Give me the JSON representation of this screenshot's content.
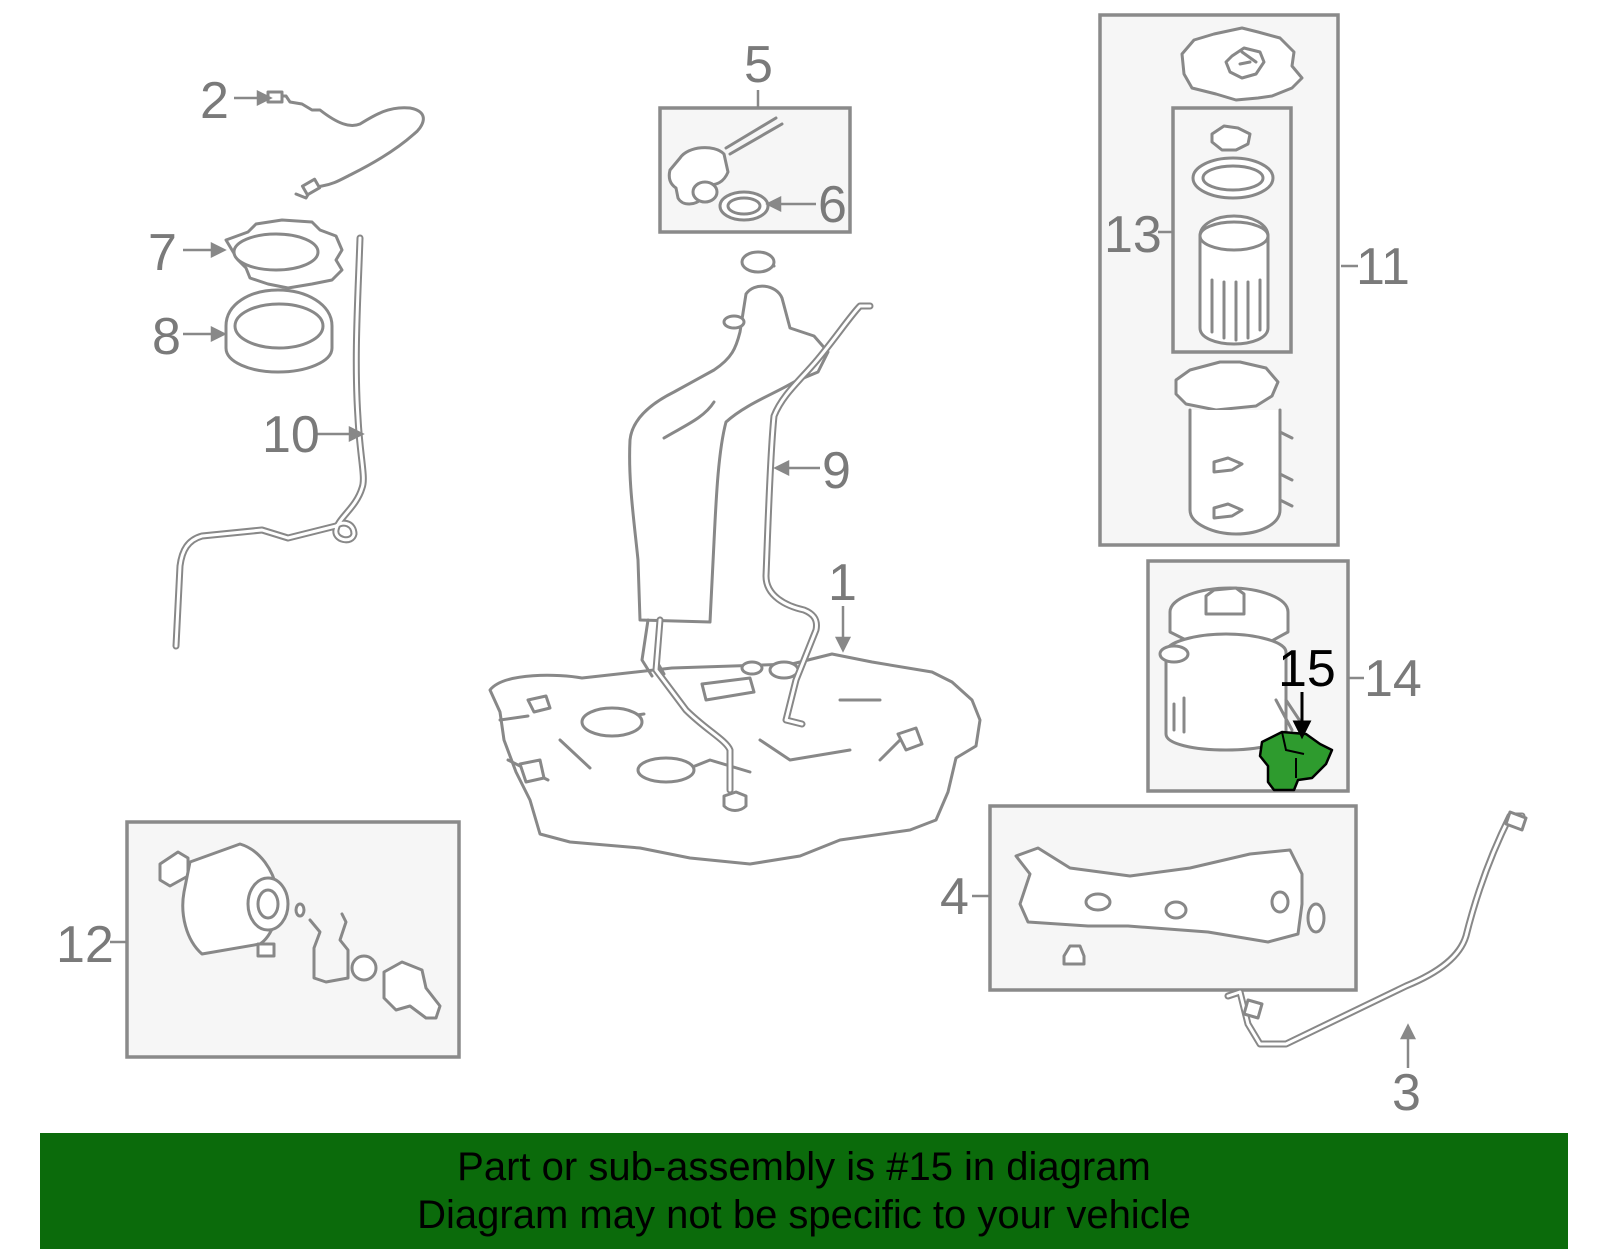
{
  "callouts": {
    "c1": "1",
    "c2": "2",
    "c3": "3",
    "c4": "4",
    "c5": "5",
    "c6": "6",
    "c7": "7",
    "c8": "8",
    "c9": "9",
    "c10": "10",
    "c11": "11",
    "c12": "12",
    "c13": "13",
    "c14": "14",
    "c15": "15"
  },
  "highlighted_part": "15",
  "colors": {
    "highlight_part": "#2e9b2e",
    "banner_background": "#0b6b0b",
    "part_outline": "#888888",
    "group_box_fill": "#f6f6f6"
  },
  "banner": {
    "line1": "Part or sub-assembly is #15 in diagram",
    "line2": "Diagram may not be specific to your vehicle"
  }
}
